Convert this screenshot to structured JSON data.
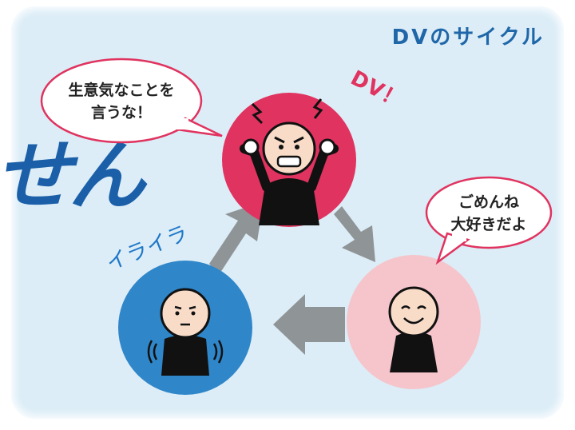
{
  "title": "DVのサイクル",
  "background_text": "せん",
  "bubbles": {
    "dv_speech": "生意気なことを\n言うな！",
    "apology_speech": "ごめんね\n大好きだよ"
  },
  "labels": {
    "dv": "DV！",
    "irritation": "イライラ"
  },
  "colors": {
    "panel_bg": "#dcedf7",
    "dv_circle": "#e0335f",
    "apology_circle": "#f5c5cb",
    "tension_circle": "#2f86c9",
    "arrow": "#8f9497",
    "title": "#1f67a8"
  }
}
